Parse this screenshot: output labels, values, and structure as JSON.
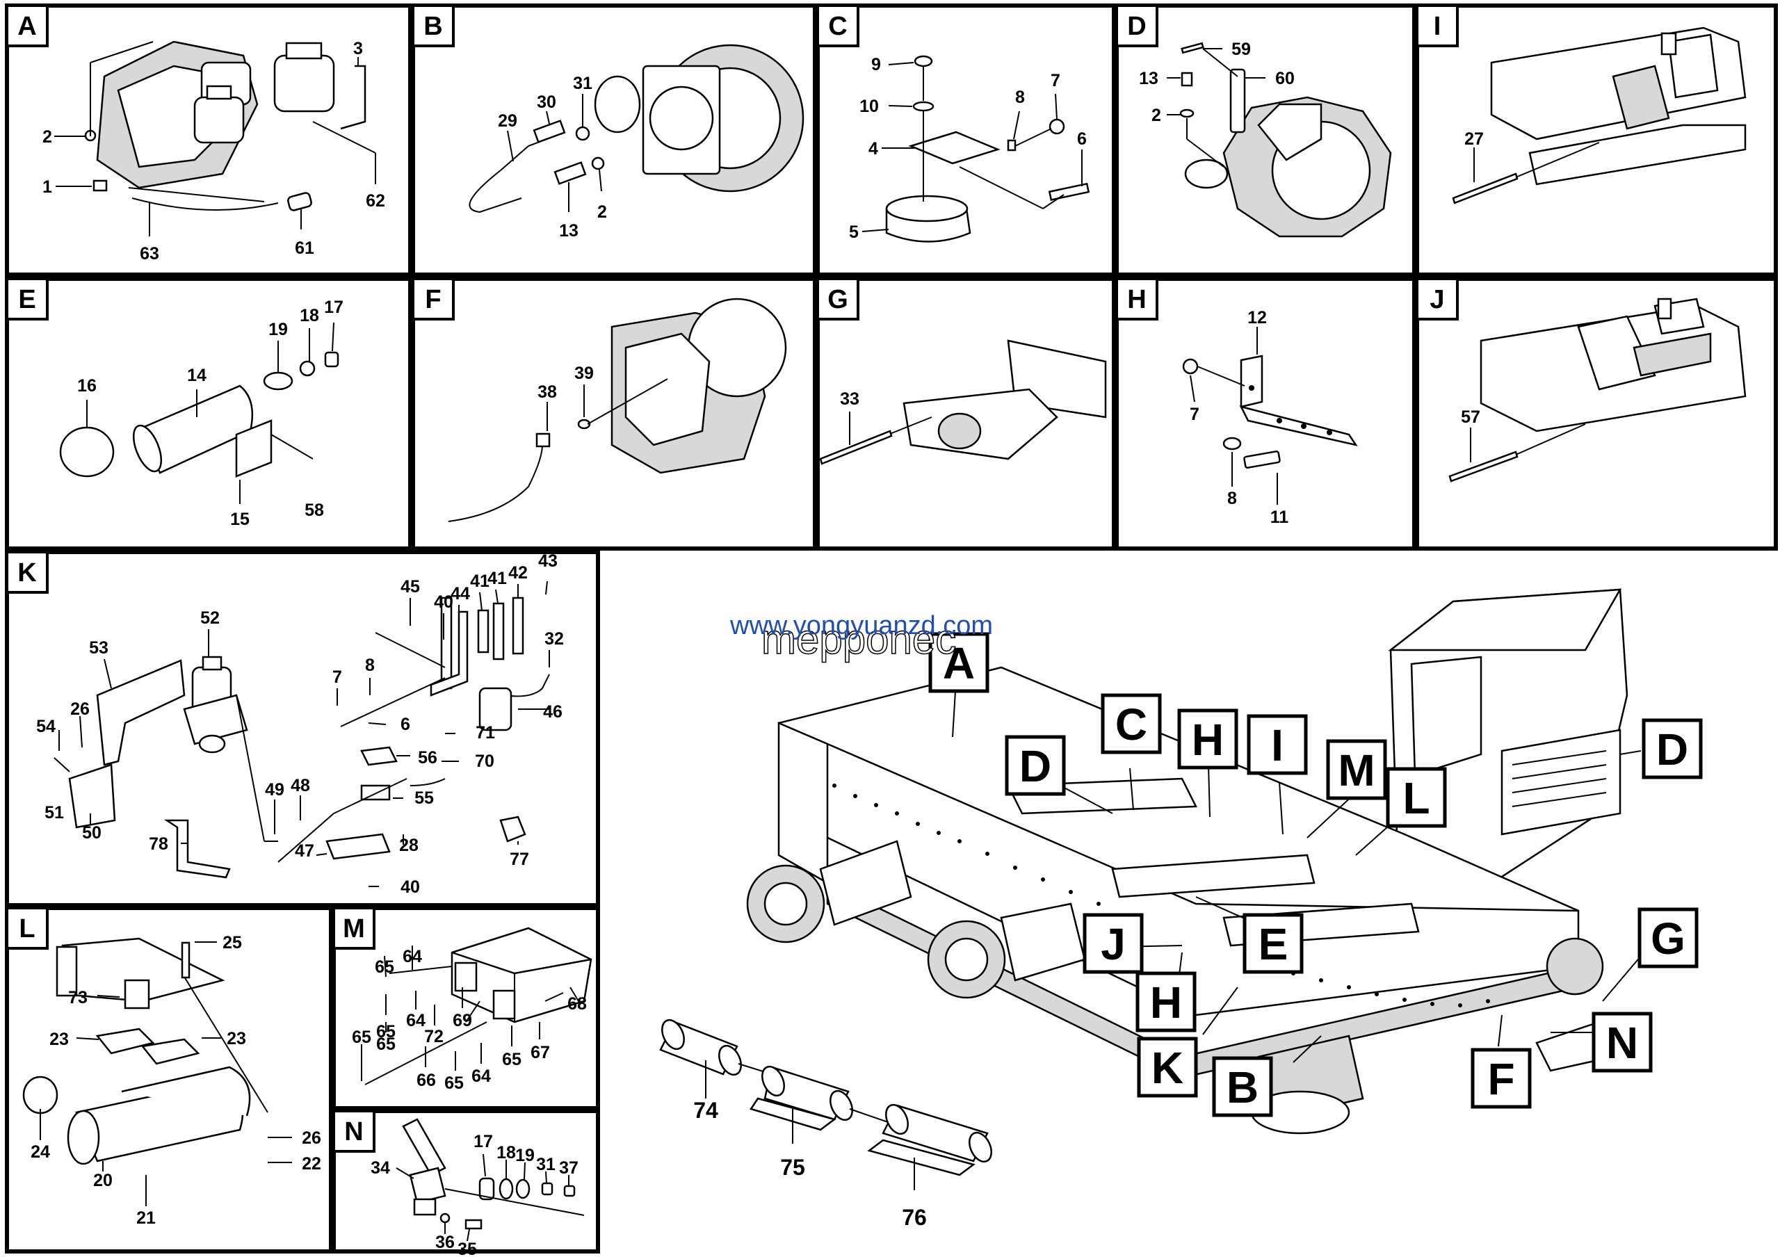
{
  "panels": [
    {
      "key": "A",
      "label": "A",
      "parts": [
        "2",
        "1",
        "63",
        "61",
        "62",
        "3"
      ]
    },
    {
      "key": "B",
      "label": "B",
      "parts": [
        "29",
        "30",
        "31",
        "13",
        "2"
      ]
    },
    {
      "key": "C",
      "label": "C",
      "parts": [
        "9",
        "10",
        "4",
        "5",
        "8",
        "7",
        "6"
      ]
    },
    {
      "key": "D",
      "label": "D",
      "parts": [
        "59",
        "13",
        "60",
        "2"
      ]
    },
    {
      "key": "I",
      "label": "I",
      "parts": [
        "27"
      ]
    },
    {
      "key": "E",
      "label": "E",
      "parts": [
        "14",
        "16",
        "19",
        "18",
        "17",
        "15",
        "58"
      ]
    },
    {
      "key": "F",
      "label": "F",
      "parts": [
        "38",
        "39"
      ]
    },
    {
      "key": "G",
      "label": "G",
      "parts": [
        "33"
      ]
    },
    {
      "key": "H",
      "label": "H",
      "parts": [
        "12",
        "7",
        "8",
        "11"
      ]
    },
    {
      "key": "J",
      "label": "J",
      "parts": [
        "57"
      ]
    },
    {
      "key": "K",
      "label": "K",
      "parts": [
        "45",
        "40",
        "44",
        "41",
        "41",
        "42",
        "43",
        "52",
        "53",
        "32",
        "7",
        "8",
        "46",
        "54",
        "26",
        "6",
        "71",
        "51",
        "50",
        "56",
        "70",
        "49",
        "48",
        "55",
        "78",
        "47",
        "28",
        "77",
        "40"
      ]
    },
    {
      "key": "L",
      "label": "L",
      "parts": [
        "25",
        "73",
        "23",
        "23",
        "24",
        "20",
        "26",
        "22",
        "21"
      ]
    },
    {
      "key": "M",
      "label": "M",
      "parts": [
        "65",
        "64",
        "68",
        "65",
        "64",
        "69",
        "72",
        "65",
        "65",
        "66",
        "65",
        "64",
        "65",
        "67"
      ]
    },
    {
      "key": "N",
      "label": "N",
      "parts": [
        "34",
        "17",
        "18",
        "19",
        "31",
        "37",
        "36",
        "35"
      ]
    }
  ],
  "main_view": {
    "callouts": [
      "A",
      "D",
      "C",
      "H",
      "I",
      "M",
      "L",
      "D",
      "J",
      "E",
      "H",
      "K",
      "B",
      "G",
      "N",
      "F"
    ],
    "parts": [
      "74",
      "75",
      "76"
    ]
  },
  "watermark": {
    "line1": "www.yongyuanzd.com",
    "line2": "mepponec"
  }
}
